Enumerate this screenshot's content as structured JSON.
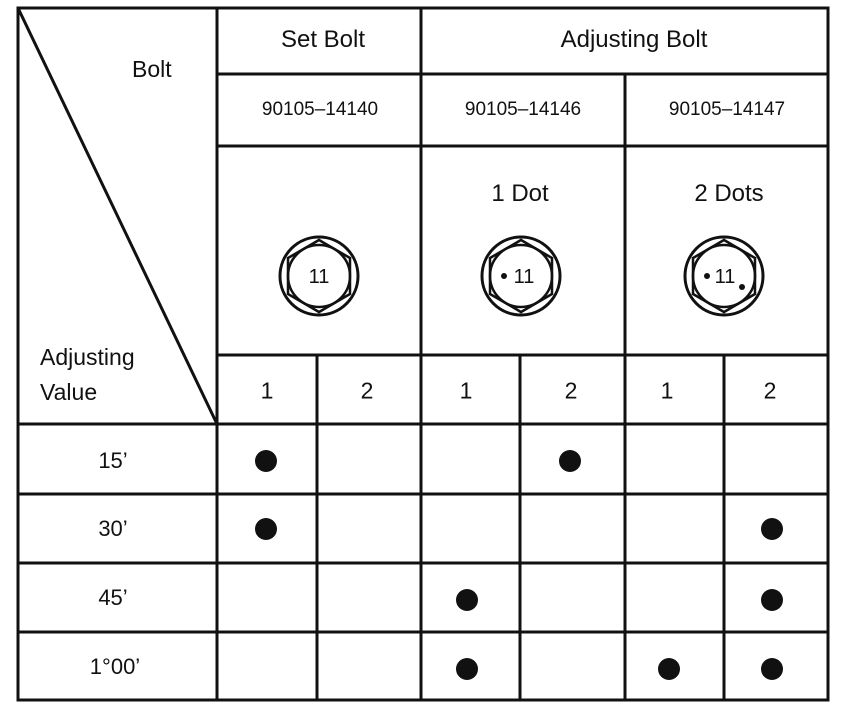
{
  "table": {
    "corner": {
      "top_label": "Bolt",
      "bottom_label": [
        "Adjusting",
        "Value"
      ]
    },
    "groups": {
      "set_bolt": "Set Bolt",
      "adjusting_bolt": "Adjusting Bolt"
    },
    "part_numbers": [
      "90105–14140",
      "90105–14146",
      "90105–14147"
    ],
    "markings": {
      "one_dot": "1 Dot",
      "two_dots": "2 Dots"
    },
    "bolt_head_label": "11",
    "sub_columns": [
      "1",
      "2",
      "1",
      "2",
      "1",
      "2"
    ],
    "rows": [
      {
        "value": "15’",
        "checks": [
          true,
          false,
          false,
          true,
          false,
          false
        ]
      },
      {
        "value": "30’",
        "checks": [
          true,
          false,
          false,
          false,
          false,
          true
        ]
      },
      {
        "value": "45’",
        "checks": [
          false,
          false,
          true,
          false,
          false,
          true
        ]
      },
      {
        "value": "1°00’",
        "checks": [
          false,
          false,
          true,
          false,
          true,
          true
        ]
      }
    ]
  }
}
